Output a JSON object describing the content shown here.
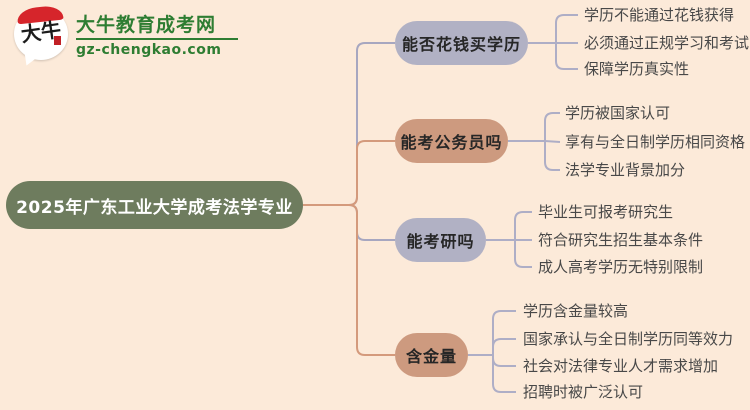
{
  "logo": {
    "bubble_text": "大牛",
    "title": "大牛教育成考网",
    "url": "gz-chengkao.com"
  },
  "root": {
    "label": "2025年广东工业大学成考法学专业"
  },
  "branches": [
    {
      "label": "能否花钱买学历",
      "color": "#b1b1c4",
      "leaves": [
        "学历不能通过花钱获得",
        "必须通过正规学习和考试",
        "保障学历真实性"
      ]
    },
    {
      "label": "能考公务员吗",
      "color": "#cd9a7f",
      "leaves": [
        "学历被国家认可",
        "享有与全日制学历相同资格",
        "法学专业背景加分"
      ]
    },
    {
      "label": "能考研吗",
      "color": "#b1b1c4",
      "leaves": [
        "毕业生可报考研究生",
        "符合研究生招生基本条件",
        "成人高考学历无特别限制"
      ]
    },
    {
      "label": "含金量",
      "color": "#cd9a7f",
      "leaves": [
        "学历含金量较高",
        "国家承认与全日制学历同等效力",
        "社会对法律专业人才需求增加",
        "招聘时被广泛认可"
      ]
    }
  ],
  "colors": {
    "background": "#fcead9",
    "root_bg": "#6e7c5e",
    "branch_lavender": "#b1b1c4",
    "branch_salmon": "#cd9a7f",
    "line_lavender": "#a7a7c0",
    "line_salmon": "#d49a7c",
    "leaf_bracket": "#aeaec6",
    "logo_green": "#2e7d32",
    "logo_red": "#d6252b"
  }
}
